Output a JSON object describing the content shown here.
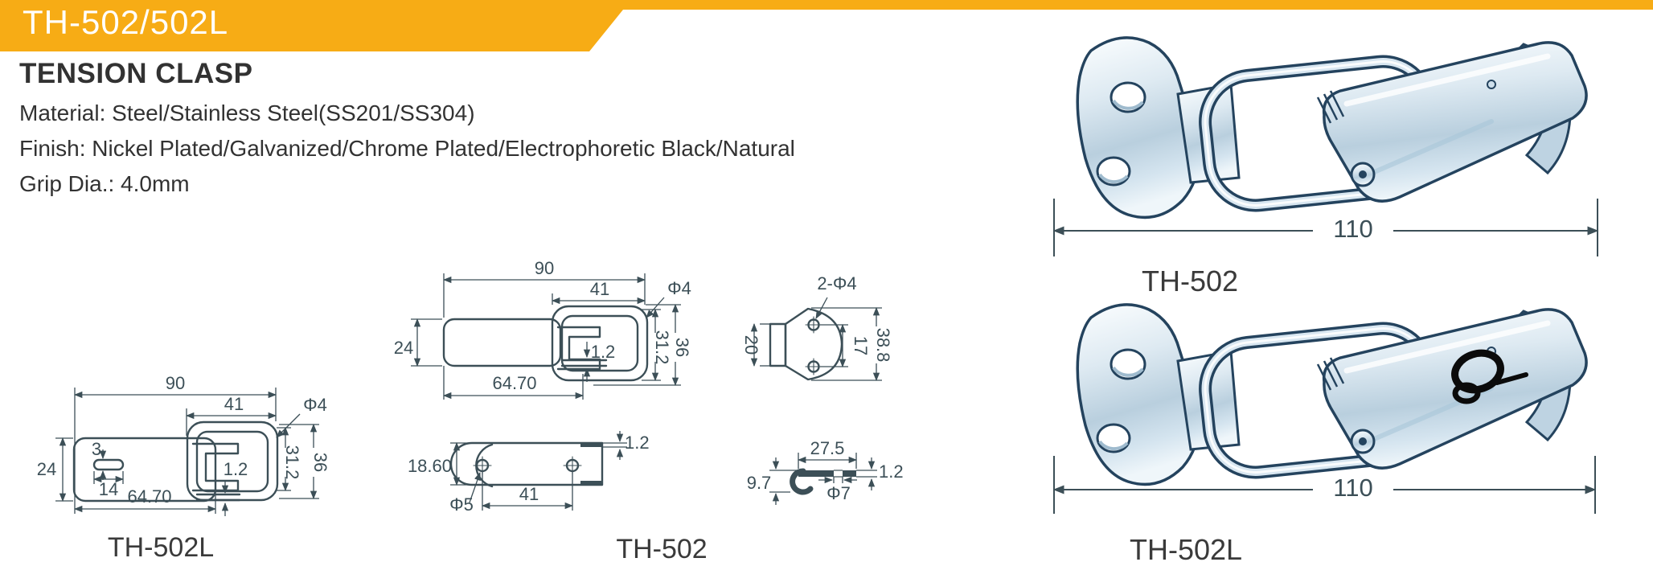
{
  "banner": {
    "title": "TH-502/502L",
    "bg": "#F7AC15"
  },
  "intro": {
    "title": "TENSION CLASP",
    "material": "Material: Steel/Stainless Steel(SS201/SS304)",
    "finish": "Finish: Nickel Plated/Galvanized/Chrome Plated/Electrophoretic Black/Natural",
    "grip": "Grip Dia.: 4.0mm"
  },
  "drawings": {
    "th502l_top": {
      "label": "TH-502L",
      "overall_len": "90",
      "loop_len": "41",
      "grip_dia": "Φ4",
      "slot_h": "3",
      "slot_w": "14",
      "plate_w": "24",
      "wire_t": "1.2",
      "plate_len": "64.70",
      "loop_w": "31.2",
      "overall_w": "36"
    },
    "th502_top": {
      "label": "TH-502",
      "overall_len": "90",
      "loop_len": "41",
      "grip_dia": "Φ4",
      "plate_w": "24",
      "wire_t": "1.2",
      "plate_len": "64.70",
      "loop_w": "31.2",
      "overall_w": "36"
    },
    "th502_base": {
      "plate_w": "18.60",
      "hole_dia": "Φ5",
      "hole_spacing": "41",
      "thickness": "1.2"
    },
    "catch_front": {
      "holes": "2-Φ4",
      "width": "20",
      "hole_spacing": "17",
      "height": "38.8"
    },
    "catch_side": {
      "length": "27.5",
      "height": "9.7",
      "thickness": "1.2",
      "hook_dia": "Φ7"
    }
  },
  "photos": {
    "th502": {
      "label": "TH-502",
      "overall_length": "110"
    },
    "th502l": {
      "label": "TH-502L",
      "overall_length": "110"
    }
  },
  "colors": {
    "accent": "#F7AC15",
    "line": "#3C4F57",
    "ink": "#323232"
  }
}
